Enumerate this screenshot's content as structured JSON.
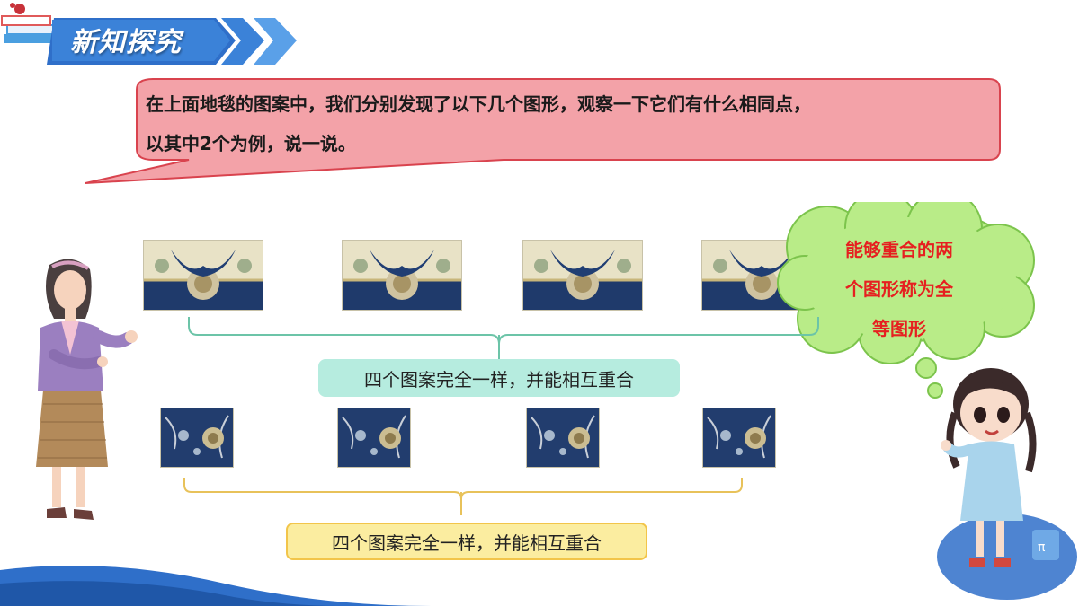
{
  "header": {
    "title": "新知探究",
    "accent_color": "#2f6fc9"
  },
  "question": {
    "line1": "在上面地毯的图案中，我们分别发现了以下几个图形，观察一下它们有什么相同点，",
    "line2": "以其中2个为例，说一说。",
    "bubble_color": "#f3a2a8"
  },
  "thought": {
    "line1": "能够重合的两",
    "line2": "个图形称为全",
    "line3": "等图形",
    "text_color": "#e62020",
    "cloud_color": "#b9ec88"
  },
  "captions": {
    "top": "四个图案完全一样，并能相互重合",
    "bottom": "四个图案完全一样，并能相互重合"
  },
  "patterns": {
    "top_row_count": 4,
    "bottom_row_count": 4
  }
}
